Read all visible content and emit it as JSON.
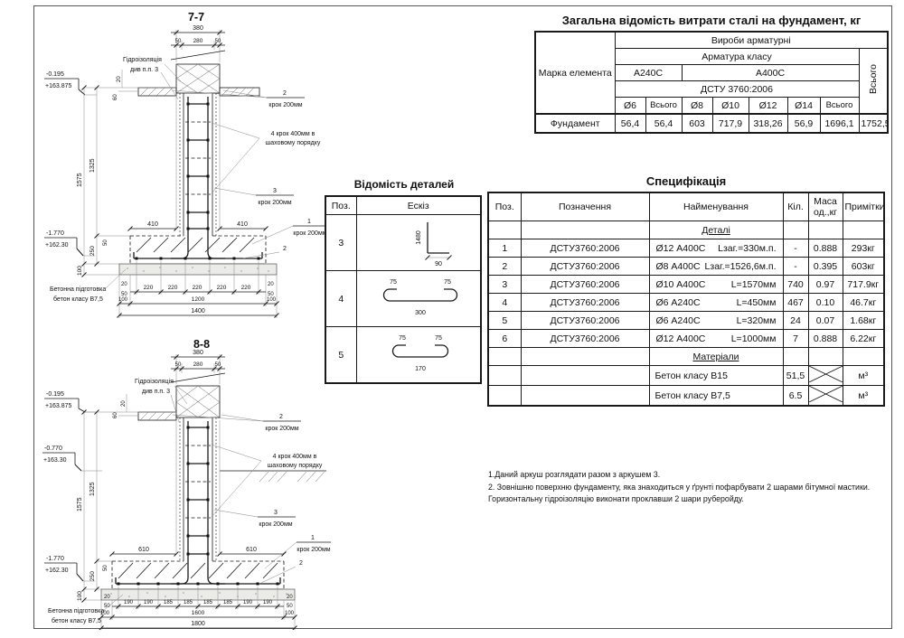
{
  "steel": {
    "title": "Загальна відомість витрати сталі на фундамент, кг",
    "marka": "Марка елемента",
    "products": "Вироби арматурні",
    "klass": "Арматура класу",
    "a240": "А240С",
    "a400": "А400С",
    "dstu": "ДСТУ 3760:2006",
    "cols": [
      "Ø6",
      "Всього",
      "Ø8",
      "Ø10",
      "Ø12",
      "Ø14",
      "Всього"
    ],
    "total": "Всього",
    "row_name": "Фундамент",
    "values": [
      "56,4",
      "56,4",
      "603",
      "717,9",
      "318,26",
      "56,9",
      "1696,1",
      "1752,5"
    ]
  },
  "details": {
    "title": "Відомість деталей",
    "pos": "Поз.",
    "sketch": "Ескіз",
    "rows": [
      {
        "pos": "3",
        "a": "1480",
        "b": "90"
      },
      {
        "pos": "4",
        "a": "75",
        "b": "75",
        "len": "300"
      },
      {
        "pos": "5",
        "a": "75",
        "b": "75",
        "len": "170"
      }
    ]
  },
  "spec": {
    "title": "Специфікація",
    "h": [
      "Поз.",
      "Позначення",
      "Найменування",
      "Кіл.",
      "Маса\nод.,кг",
      "Примітки"
    ],
    "sec1": "Деталі",
    "rows": [
      {
        "pos": "1",
        "doc": "ДСТУ3760:2006",
        "name": "Ø12 А400С",
        "len": "Lзаг.=330м.п.",
        "qty": "-",
        "mass": "0.888",
        "note": "293кг"
      },
      {
        "pos": "2",
        "doc": "ДСТУ3760:2006",
        "name": "Ø8 А400С",
        "len": "Lзаг.=1526,6м.п.",
        "qty": "-",
        "mass": "0.395",
        "note": "603кг"
      },
      {
        "pos": "3",
        "doc": "ДСТУ3760:2006",
        "name": "Ø10 А400С",
        "len": "L=1570мм",
        "qty": "740",
        "mass": "0.97",
        "note": "717.9кг"
      },
      {
        "pos": "4",
        "doc": "ДСТУ3760:2006",
        "name": "Ø6 А240С",
        "len": "L=450мм",
        "qty": "467",
        "mass": "0.10",
        "note": "46.7кг"
      },
      {
        "pos": "5",
        "doc": "ДСТУ3760:2006",
        "name": "Ø6 А240С",
        "len": "L=320мм",
        "qty": "24",
        "mass": "0.07",
        "note": "1.68кг"
      },
      {
        "pos": "6",
        "doc": "ДСТУ3760:2006",
        "name": "Ø12 А400С",
        "len": "L=1000мм",
        "qty": "7",
        "mass": "0.888",
        "note": "6.22кг"
      }
    ],
    "sec2": "Матеріали",
    "mats": [
      {
        "name": "Бетон класу В15",
        "qty": "51,5",
        "note": "м³"
      },
      {
        "name": "Бетон класу В7,5",
        "qty": "6.5",
        "note": "м³"
      }
    ]
  },
  "notes": "1.Даний аркуш розглядати разом з аркушем 3.\n2. Зовнішню поверхню фундаменту, яка знаходиться у ґрунті пофарбувати  2 шарами бітумної мастики.\nГоризонтальну гідроізоляцію виконати проклавши 2 шари руберойду.",
  "d77": {
    "title": "7-7",
    "hydro1": "Гідроізоляція",
    "hydro2": "див п.п. 3",
    "el_top1": "-0.195",
    "el_top2": "+163.875",
    "el_bot1": "-1.770",
    "el_bot2": "+162.30",
    "w380": "380",
    "w50a": "50",
    "w280": "280",
    "w50b": "50",
    "t20": "20",
    "t60": "60",
    "h1575": "1575",
    "h1325": "1325",
    "h250": "250",
    "h50": "50",
    "h100": "100",
    "c2": "2",
    "c2b": "2",
    "c3": "3",
    "c1": "1",
    "step": "крок 200мм",
    "c4a": "4 крок 400мм в",
    "c4b": "шаховому порядку",
    "w410": "410",
    "e20": "20",
    "e50": "50",
    "segs": [
      "220",
      "220",
      "220",
      "220",
      "220"
    ],
    "b100a": "100",
    "b1200": "1200",
    "b100b": "100",
    "btot": "1400",
    "prep1": "Бетонна підготовка",
    "prep2": "бетон класу В7,5"
  },
  "d88": {
    "title": "8-8",
    "hydro1": "Гідроізоляція",
    "hydro2": "див п.п. 3",
    "el_top1": "-0.195",
    "el_top2": "+163.875",
    "el_mid1": "-0.770",
    "el_mid2": "+163.30",
    "el_bot1": "-1.770",
    "el_bot2": "+162.30",
    "w380": "380",
    "w50a": "50",
    "w280": "280",
    "w50b": "50",
    "t20": "20",
    "t60": "60",
    "h1575": "1575",
    "h1325": "1325",
    "h250": "250",
    "h50": "50",
    "h100": "100",
    "c2": "2",
    "c2b": "2",
    "c3": "3",
    "c1": "1",
    "step": "крок 200мм",
    "c4a": "4 крок 400мм в",
    "c4b": "шаховому порядку",
    "w610": "610",
    "e20": "20",
    "e50": "50",
    "segs": [
      "190",
      "190",
      "185",
      "185",
      "185",
      "185",
      "190",
      "190"
    ],
    "b100a": "100",
    "b1600": "1600",
    "b100b": "100",
    "btot": "1800",
    "prep1": "Бетонна підготовка",
    "prep2": "бетон класу В7,5"
  }
}
